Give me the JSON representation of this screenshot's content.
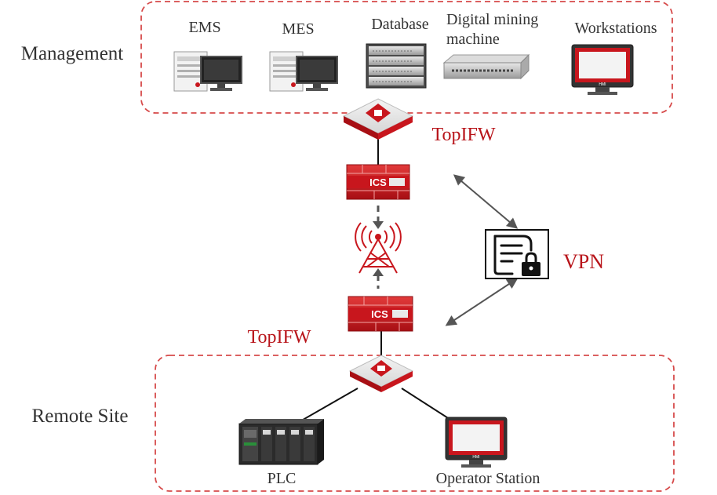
{
  "colors": {
    "accent_red": "#c8161d",
    "text_red": "#b8141a",
    "text_dark": "#333333",
    "region_border": "#d64a4a"
  },
  "regions": {
    "management": {
      "label": "Management"
    },
    "remote": {
      "label": "Remote Site"
    }
  },
  "management_devices": [
    {
      "label": "EMS",
      "icon": "server-with-monitor-icon"
    },
    {
      "label": "MES",
      "icon": "server-with-monitor-icon"
    },
    {
      "label": "Database",
      "icon": "rack-server-icon"
    },
    {
      "label_line1": "Digital mining",
      "label_line2": "machine",
      "icon": "rack-unit-icon"
    },
    {
      "label": "Workstations",
      "icon": "hmi-monitor-icon"
    }
  ],
  "topifw_top": {
    "label": "TopIFW",
    "icon": "industrial-firewall-icon"
  },
  "topifw_bottom": {
    "label": "TopIFW",
    "icon": "industrial-firewall-icon"
  },
  "ics_top": {
    "label": "ICS",
    "icon": "ics-firewall-icon"
  },
  "ics_bottom": {
    "label": "ICS",
    "icon": "ics-firewall-icon"
  },
  "tower": {
    "icon": "radio-tower-icon"
  },
  "vpn": {
    "label": "VPN",
    "icon": "document-lock-icon"
  },
  "remote_devices": [
    {
      "label": "PLC",
      "icon": "plc-icon"
    },
    {
      "label": "Operator Station",
      "icon": "hmi-monitor-icon"
    }
  ],
  "hmi_badge": "HMI"
}
